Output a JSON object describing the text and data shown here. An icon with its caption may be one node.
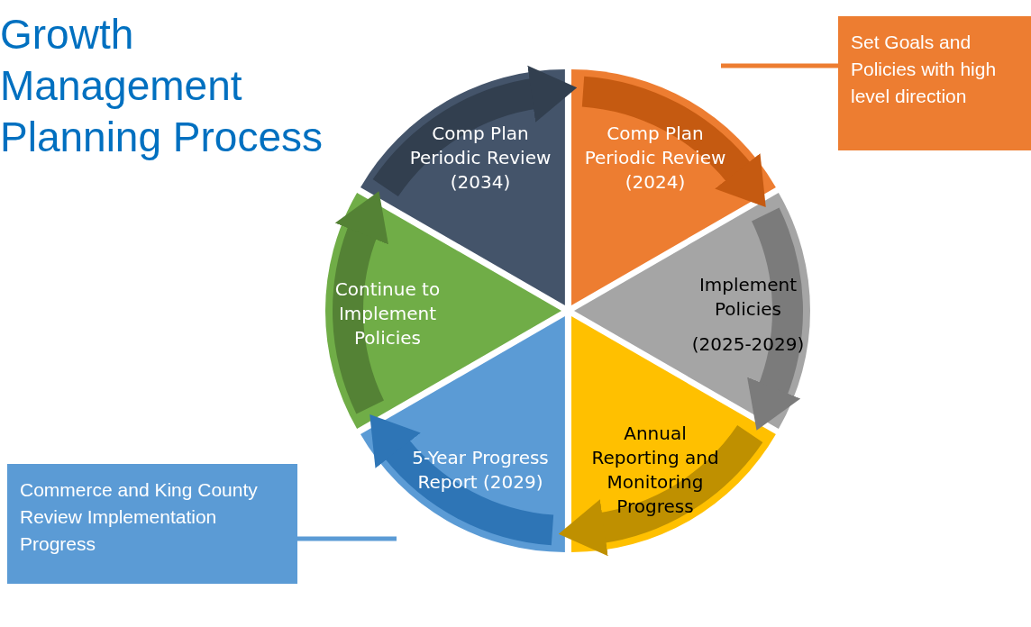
{
  "diagram": {
    "title": "Growth Management Planning Process",
    "nodes": [
      {
        "text": [
          "Comp Plan Periodic Review (2024)"
        ]
      },
      {
        "text": [
          "Implement Policies",
          "(2025-2029)"
        ]
      },
      {
        "text": [
          "Annual Reporting and Monitoring Progress"
        ]
      },
      {
        "text": [
          "5-Year Progress Report (2029)"
        ]
      },
      {
        "text": [
          "Continue to Implement Policies"
        ]
      },
      {
        "text": [
          "Comp Plan Periodic Review (2034)"
        ]
      },
      {
        "text": [
          "Set Goals and Policies with high level direction"
        ]
      },
      {
        "text": [
          "Commerce and King County Review Implementation Progress"
        ]
      }
    ],
    "edges": [
      {
        "from": 0,
        "to": 1,
        "arrow": "to",
        "color": "#c55a11"
      },
      {
        "from": 1,
        "to": 2,
        "arrow": "to",
        "color": "#7b7b7b"
      },
      {
        "from": 2,
        "to": 3,
        "arrow": "to",
        "color": "#bf9000"
      },
      {
        "from": 3,
        "to": 4,
        "arrow": "to",
        "color": "#2e75b6"
      },
      {
        "from": 4,
        "to": 5,
        "arrow": "to",
        "color": "#548235"
      },
      {
        "from": 5,
        "to": 0,
        "arrow": "to",
        "color": "#323f4f"
      },
      {
        "from": 6,
        "to": 0,
        "arrow": "none",
        "color": "#ed7d31"
      },
      {
        "from": 7,
        "to": 3,
        "arrow": "none",
        "color": "#5b9bd5"
      }
    ]
  }
}
